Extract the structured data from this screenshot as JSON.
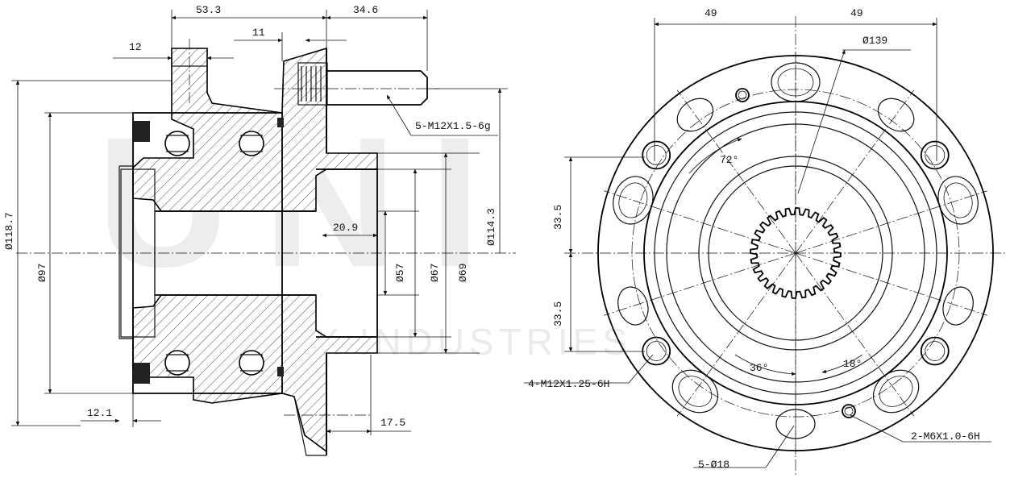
{
  "watermark": {
    "brand": "UNI",
    "subtitle": "X INDUSTRIES"
  },
  "side_view": {
    "dims": {
      "d53_3": "53.3",
      "d34_6": "34.6",
      "d12": "12",
      "d11": "11",
      "d118_7": "Ø118.7",
      "d97": "Ø97",
      "d20_9": "20.9",
      "d57": "Ø57",
      "d67": "Ø67",
      "d69": "Ø69",
      "d114_3": "Ø114.3",
      "d12_1": "12.1",
      "d17_5": "17.5"
    },
    "stud_note": "5-M12X1.5-6g"
  },
  "front_view": {
    "dims": {
      "top_left_49": "49",
      "top_right_49": "49",
      "pcd": "Ø139",
      "v33_5_upper": "33.5",
      "v33_5_lower": "33.5"
    },
    "angles": {
      "a72": "72°",
      "a36": "36°",
      "a18": "18°"
    },
    "notes": {
      "holes_m12": "4-M12X1.25-6H",
      "holes_m6": "2-M6X1.0-6H",
      "holes_18": "5-Ø18"
    }
  }
}
